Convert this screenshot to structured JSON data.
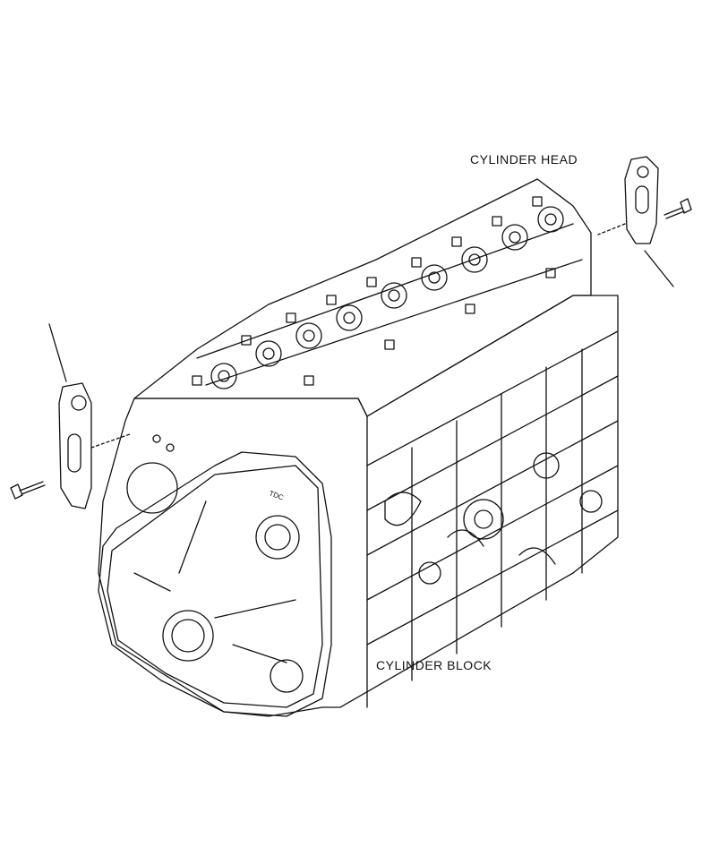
{
  "labels": {
    "cylinder_head": "CYLINDER HEAD",
    "cylinder_block": "CYLINDER BLOCK",
    "tdc_mark": "TDC"
  },
  "colors": {
    "line": "#111111",
    "background": "#ffffff"
  }
}
